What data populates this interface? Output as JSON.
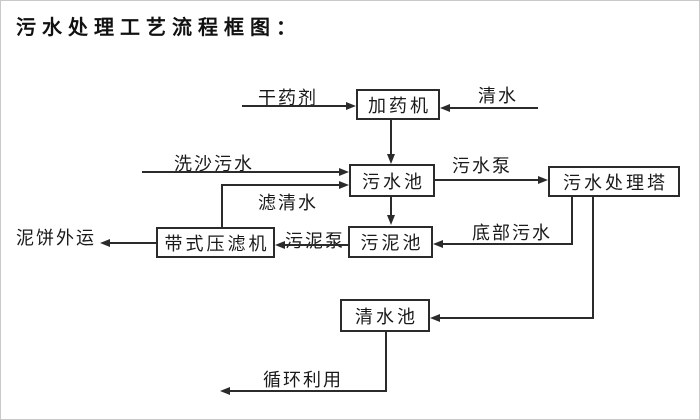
{
  "title": "污水处理工艺流程框图：",
  "nodes": {
    "dosing_machine": "加药机",
    "sewage_pool": "污水池",
    "treatment_tower": "污水处理塔",
    "sludge_pool": "污泥池",
    "belt_filter_press": "带式压滤机",
    "clean_water_pool": "清水池"
  },
  "labels": {
    "dry_agent": "干药剂",
    "clean_water": "清水",
    "sand_washing_sewage": "洗沙污水",
    "filtered_water": "滤清水",
    "sewage_pump": "污水泵",
    "bottom_sewage": "底部污水",
    "sludge_pump": "污泥泵",
    "mud_cake_out": "泥饼外运",
    "recycling": "循环利用"
  },
  "edges": [
    {
      "from": "external",
      "to": "dosing_machine",
      "label": "干药剂"
    },
    {
      "from": "external",
      "to": "dosing_machine",
      "label": "清水"
    },
    {
      "from": "dosing_machine",
      "to": "sewage_pool",
      "label": ""
    },
    {
      "from": "external",
      "to": "sewage_pool",
      "label": "洗沙污水"
    },
    {
      "from": "belt_filter_press",
      "to": "sewage_pool",
      "label": "滤清水"
    },
    {
      "from": "sewage_pool",
      "to": "treatment_tower",
      "label": "污水泵"
    },
    {
      "from": "sewage_pool",
      "to": "sludge_pool",
      "label": ""
    },
    {
      "from": "treatment_tower",
      "to": "sludge_pool",
      "label": "底部污水"
    },
    {
      "from": "sludge_pool",
      "to": "belt_filter_press",
      "label": "污泥泵"
    },
    {
      "from": "belt_filter_press",
      "to": "external",
      "label": "泥饼外运"
    },
    {
      "from": "treatment_tower",
      "to": "clean_water_pool",
      "label": ""
    },
    {
      "from": "clean_water_pool",
      "to": "external",
      "label": "循环利用"
    }
  ],
  "colors": {
    "line": "#2b2b2b",
    "text": "#1a1a1a",
    "background": "#ffffff"
  }
}
